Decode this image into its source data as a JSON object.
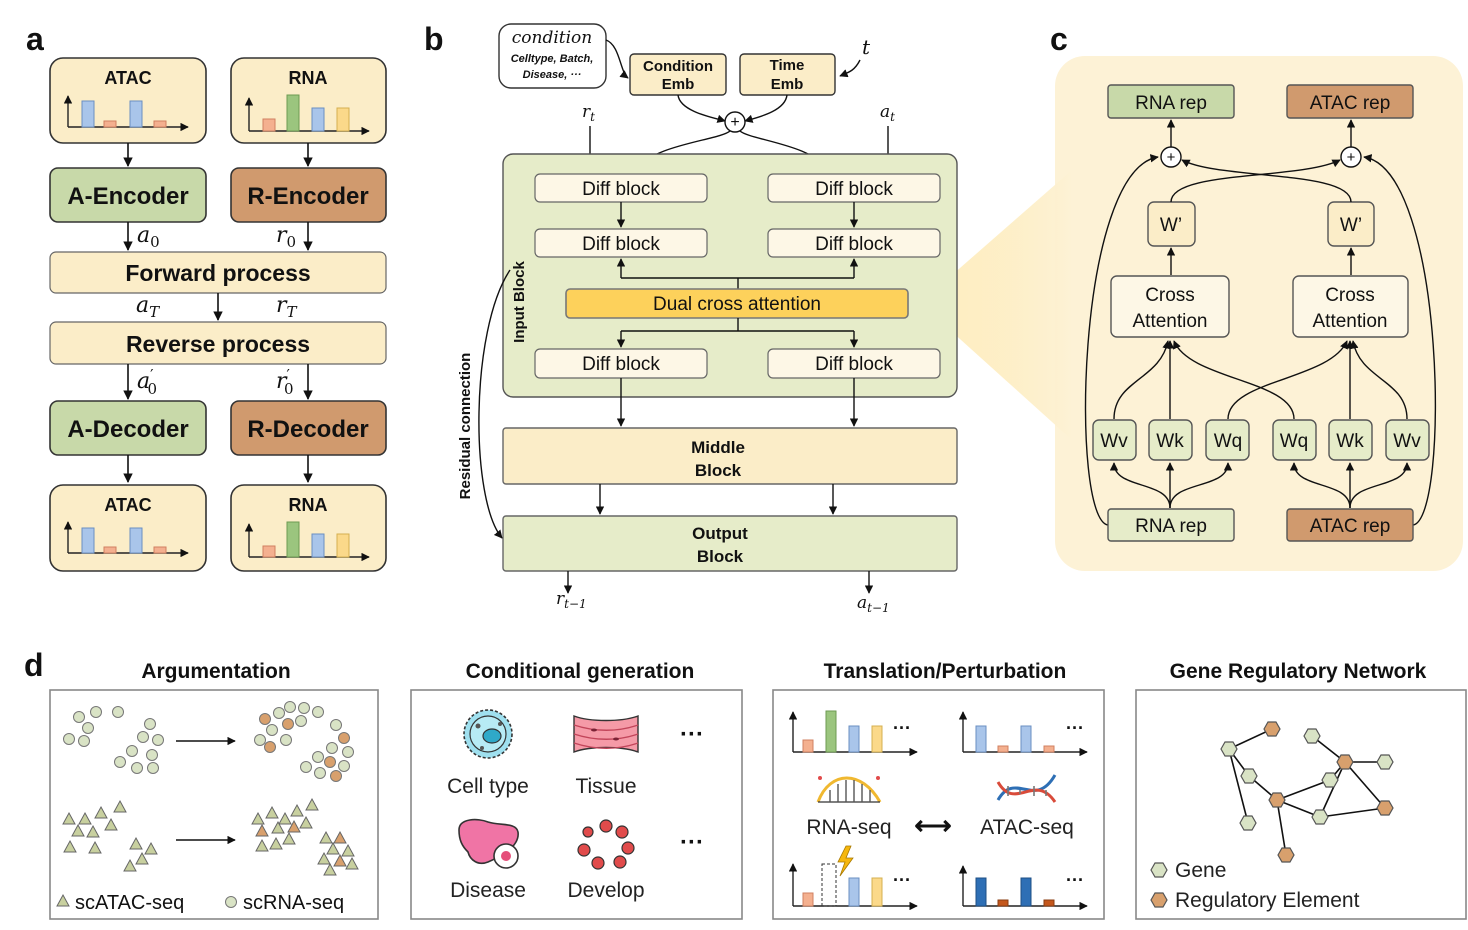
{
  "panel_letters": {
    "a": "a",
    "b": "b",
    "c": "c",
    "d": "d"
  },
  "panel_a": {
    "atac_in": "ATAC",
    "rna_in": "RNA",
    "a_encoder": "A-Encoder",
    "r_encoder": "R-Encoder",
    "a0": "a",
    "a0_sub": "0",
    "r0": "r",
    "r0_sub": "0",
    "forward": "Forward process",
    "aT": "a",
    "aT_sub": "T",
    "rT": "r",
    "rT_sub": "T",
    "reverse": "Reverse process",
    "a0p": "a",
    "a0p_sub": "0",
    "r0p": "r",
    "r0p_sub": "0",
    "prime": "′",
    "a_decoder": "A-Decoder",
    "r_decoder": "R-Decoder",
    "atac_out": "ATAC",
    "rna_out": "RNA"
  },
  "panel_b": {
    "condition_title": "condition",
    "condition_line1": "Celltype, Batch,",
    "condition_line2": "Disease, ···",
    "cond_emb_1": "Condition",
    "cond_emb_2": "Emb",
    "time_emb_1": "Time",
    "time_emb_2": "Emb",
    "t": "t",
    "plus": "+",
    "rt": "r",
    "rt_sub": "t",
    "at": "a",
    "at_sub": "t",
    "diff_block": "Diff block",
    "dual_cross": "Dual cross attention",
    "input_block": "Input Block",
    "residual": "Residual connection",
    "middle_1": "Middle",
    "middle_2": "Block",
    "output_1": "Output",
    "output_2": "Block",
    "r_out": "r",
    "r_out_sub": "t−1",
    "a_out": "a",
    "a_out_sub": "t−1"
  },
  "panel_c": {
    "rna_rep_top": "RNA rep",
    "atac_rep_top": "ATAC rep",
    "w_prime": "W’",
    "cross_1": "Cross",
    "cross_2": "Attention",
    "wv": "Wv",
    "wk": "Wk",
    "wq": "Wq",
    "rna_rep_bottom": "RNA rep",
    "atac_rep_bottom": "ATAC rep",
    "plus": "+"
  },
  "panel_d": {
    "argumentation": "Argumentation",
    "conditional": "Conditional generation",
    "translation": "Translation/Perturbation",
    "grn": "Gene Regulatory Network",
    "legend_atac": "scATAC-seq",
    "legend_rna": "scRNA-seq",
    "cell_type": "Cell type",
    "tissue": "Tissue",
    "disease": "Disease",
    "develop": "Develop",
    "ellipsis": "···",
    "rna_seq": "RNA-seq",
    "atac_seq": "ATAC-seq",
    "bidirectional": "⟷",
    "gene": "Gene",
    "regulatory_element": "Regulatory Element"
  },
  "colors": {
    "cream": "#fbedc8",
    "encoder_green": "#c8d9a9",
    "encoder_brown": "#d09a6e",
    "block_green": "#e6ecc9",
    "dual_yellow": "#fdd15b",
    "panel_c_bg": "#fdf2d6",
    "bar_blue": "#a9c5ea",
    "bar_orange": "#f4b08f",
    "bar_green": "#9bc57e",
    "bar_yellow": "#fbd98a",
    "bar_darkblue": "#2e6fb5",
    "bar_darkorange": "#c4571c",
    "gene_node": "#d9e3c5",
    "reg_node": "#d8a06d"
  }
}
